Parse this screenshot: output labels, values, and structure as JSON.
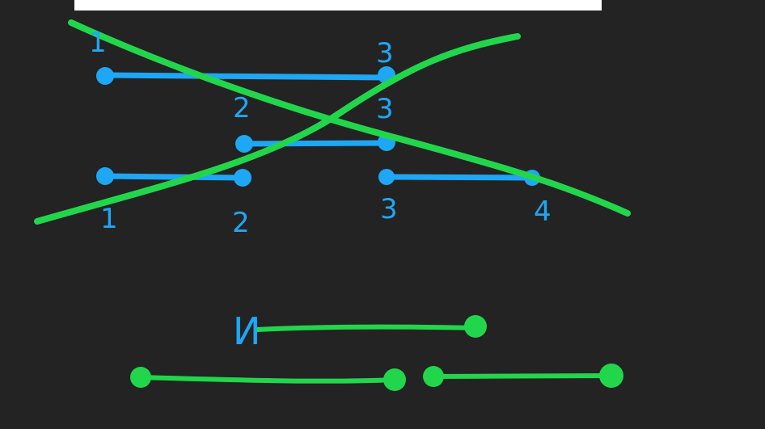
{
  "colors": {
    "background": "#232323",
    "blue_ink": "#1ea7f5",
    "green_ink": "#22d64c",
    "top_bar": "#ffffff"
  },
  "labels": {
    "seg1_start": "1",
    "seg1_end": "3",
    "seg2_start": "2",
    "seg2_end": "3",
    "seg3_start": "1",
    "seg3_end": "2",
    "seg4_start": "3",
    "seg4_end": "4"
  },
  "lower_scribble": "И"
}
